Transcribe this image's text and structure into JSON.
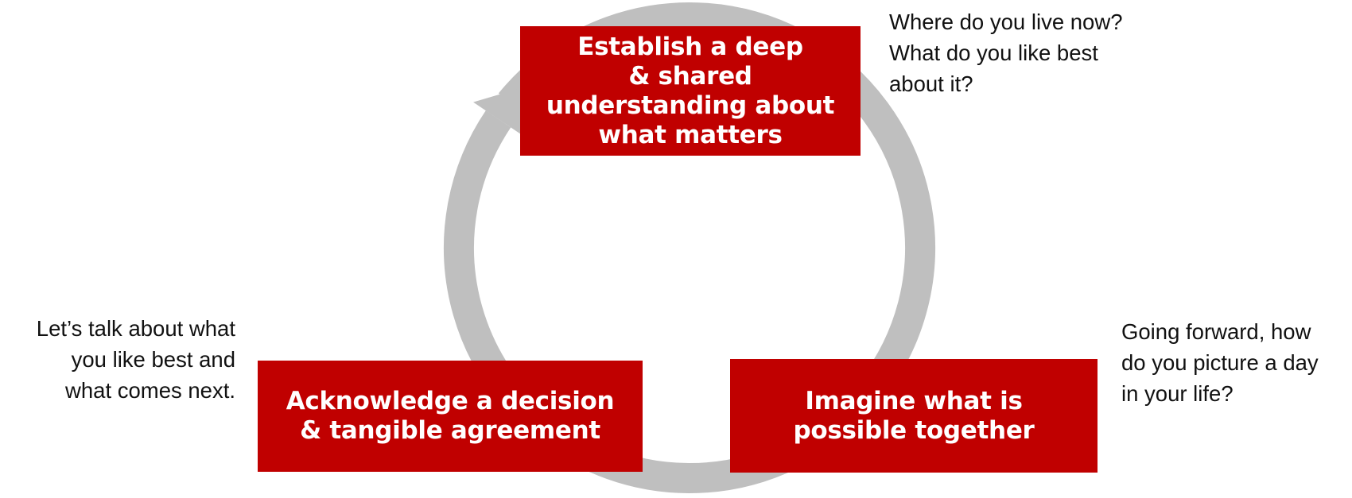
{
  "colors": {
    "box_fill": "#c00000",
    "box_text": "#ffffff",
    "cycle_arrow": "#bfbfbf",
    "note_text": "#111111"
  },
  "boxes": {
    "top": "Establish a deep\n& shared\nunderstanding about\nwhat matters",
    "left": "Acknowledge a decision\n& tangible agreement",
    "right": "Imagine what is\npossible together"
  },
  "notes": {
    "top": "Where do you live now?\nWhat do you like best\nabout it?",
    "left": "Let’s talk about what\nyou like best and\nwhat comes next.",
    "right": "Going forward, how\ndo you picture a day\nin your life?"
  }
}
